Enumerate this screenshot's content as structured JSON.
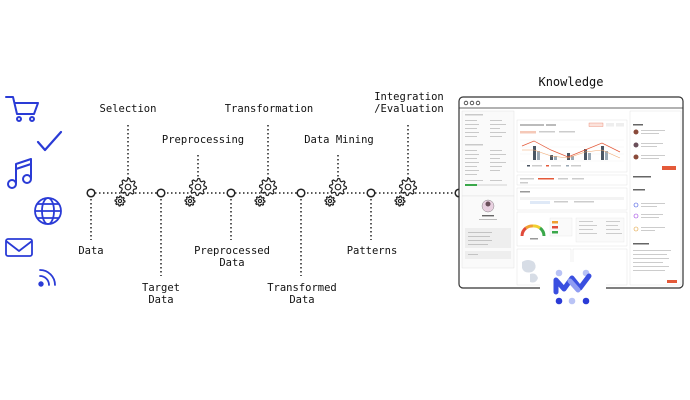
{
  "labels": {
    "selection": "Selection",
    "preprocessing": "Preprocessing",
    "transformation": "Transformation",
    "data_mining": "Data Mining",
    "integration": "Integration\n/Evaluation",
    "data": "Data",
    "target_data": "Target\nData",
    "preprocessed_data": "Preprocessed\nData",
    "transformed_data": "Transformed\nData",
    "patterns": "Patterns",
    "knowledge": "Knowledge"
  },
  "icons": [
    "shopping-cart-icon",
    "checkmark-icon",
    "music-note-icon",
    "globe-icon",
    "envelope-icon",
    "rss-feed-icon",
    "gear-icon",
    "logo-m-icon"
  ],
  "colors": {
    "icon_blue": "#2a3bd6",
    "line": "#222222",
    "logo_blue": "#3a4fe0"
  }
}
